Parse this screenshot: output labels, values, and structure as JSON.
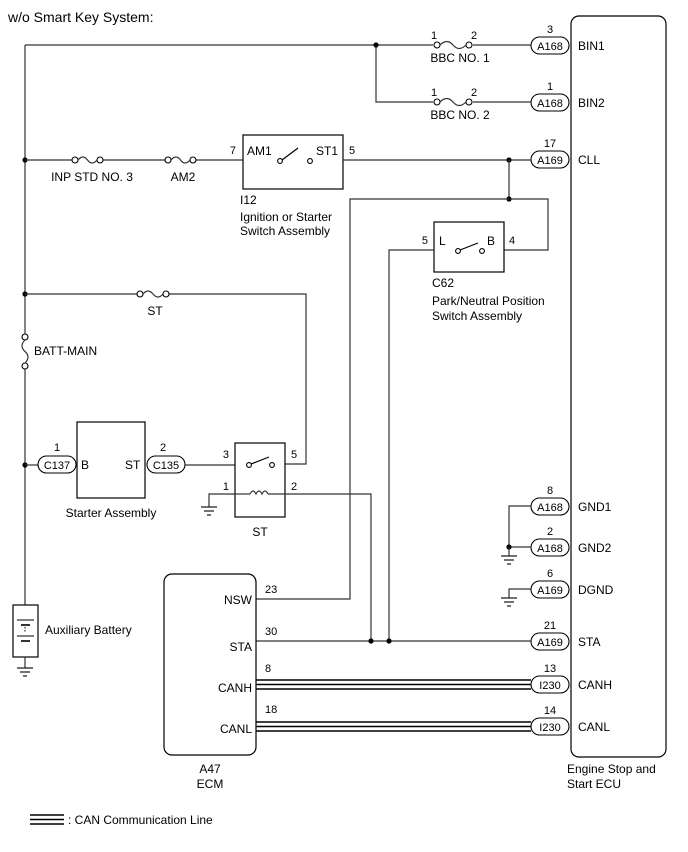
{
  "title": "w/o Smart Key System:",
  "legend": ": CAN Communication Line",
  "ecu": {
    "name": "Engine Stop and Start ECU",
    "name_line1": "Engine Stop and",
    "name_line2": "Start ECU",
    "terminals": [
      {
        "name": "BIN1",
        "connector": "A168",
        "pin": "3"
      },
      {
        "name": "BIN2",
        "connector": "A168",
        "pin": "1"
      },
      {
        "name": "CLL",
        "connector": "A169",
        "pin": "17"
      },
      {
        "name": "GND1",
        "connector": "A168",
        "pin": "8"
      },
      {
        "name": "GND2",
        "connector": "A168",
        "pin": "2"
      },
      {
        "name": "DGND",
        "connector": "A169",
        "pin": "6"
      },
      {
        "name": "STA",
        "connector": "A169",
        "pin": "21"
      },
      {
        "name": "CANH",
        "connector": "I230",
        "pin": "13"
      },
      {
        "name": "CANL",
        "connector": "I230",
        "pin": "14"
      }
    ]
  },
  "fuses": {
    "bbc1": {
      "label": "BBC NO. 1",
      "pin_left": "1",
      "pin_right": "2"
    },
    "bbc2": {
      "label": "BBC NO. 2",
      "pin_left": "1",
      "pin_right": "2"
    },
    "inp_std3": "INP STD NO. 3",
    "am2": "AM2",
    "st": "ST",
    "batt_main": "BATT-MAIN"
  },
  "ignition_switch": {
    "code": "I12",
    "name_line1": "Ignition or Starter",
    "name_line2": "Switch Assembly",
    "term_left": "AM1",
    "term_right": "ST1",
    "pin_left": "7",
    "pin_right": "5"
  },
  "park_neutral_switch": {
    "code": "C62",
    "name_line1": "Park/Neutral Position",
    "name_line2": "Switch Assembly",
    "term_left": "L",
    "term_right": "B",
    "pin_left": "5",
    "pin_right": "4"
  },
  "starter": {
    "name": "Starter Assembly",
    "term_left": "B",
    "term_right": "ST",
    "conn_left": "C137",
    "pin_left": "1",
    "conn_right": "C135",
    "pin_right": "2"
  },
  "st_relay": {
    "name": "ST",
    "pin_3": "3",
    "pin_5": "5",
    "pin_1": "1",
    "pin_2": "2"
  },
  "battery": {
    "name": "Auxiliary Battery"
  },
  "ecm": {
    "code": "A47",
    "name": "ECM",
    "terminals": [
      {
        "name": "NSW",
        "pin": "23"
      },
      {
        "name": "STA",
        "pin": "30"
      },
      {
        "name": "CANH",
        "pin": "8"
      },
      {
        "name": "CANL",
        "pin": "18"
      }
    ]
  }
}
